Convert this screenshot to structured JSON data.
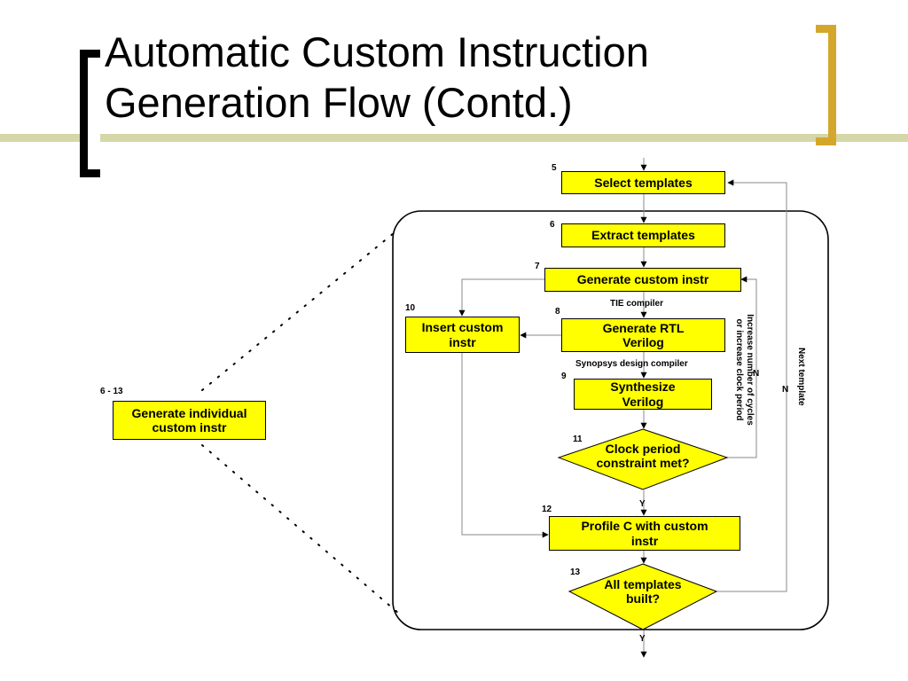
{
  "slide": {
    "title_line1": "Automatic Custom Instruction",
    "title_line2": "Generation Flow (Contd.)"
  },
  "colors": {
    "box_fill": "#ffff00",
    "accent_bracket": "#d4a72c",
    "title_rule": "#d5d7a8"
  },
  "diagram": {
    "nodes": {
      "select": {
        "number": "5",
        "label": "Select templates"
      },
      "extract": {
        "number": "6",
        "label": "Extract templates"
      },
      "generate": {
        "number": "7",
        "label": "Generate custom instr"
      },
      "rtl": {
        "number": "8",
        "line1": "Generate RTL",
        "line2": "Verilog"
      },
      "synth": {
        "number": "9",
        "line1": "Synthesize",
        "line2": "Verilog"
      },
      "insert": {
        "number": "10",
        "line1": "Insert custom",
        "line2": "instr"
      },
      "clock": {
        "number": "11",
        "line1": "Clock period",
        "line2": "constraint met?"
      },
      "profile": {
        "number": "12",
        "line1": "Profile C with custom",
        "line2": "instr"
      },
      "built": {
        "number": "13",
        "line1": "All templates",
        "line2": "built?"
      },
      "individual": {
        "number": "6 - 13",
        "line1": "Generate individual",
        "line2": "custom instr"
      }
    },
    "edge_labels": {
      "tie": "TIE compiler",
      "synopsys": "Synopsys design compiler",
      "increase_line1": "Increase number of cycles",
      "increase_line2": "or increase clock period",
      "next_template": "Next template",
      "n_clock": "N",
      "n_next": "N",
      "y_clock": "Y",
      "y_built": "Y"
    }
  }
}
